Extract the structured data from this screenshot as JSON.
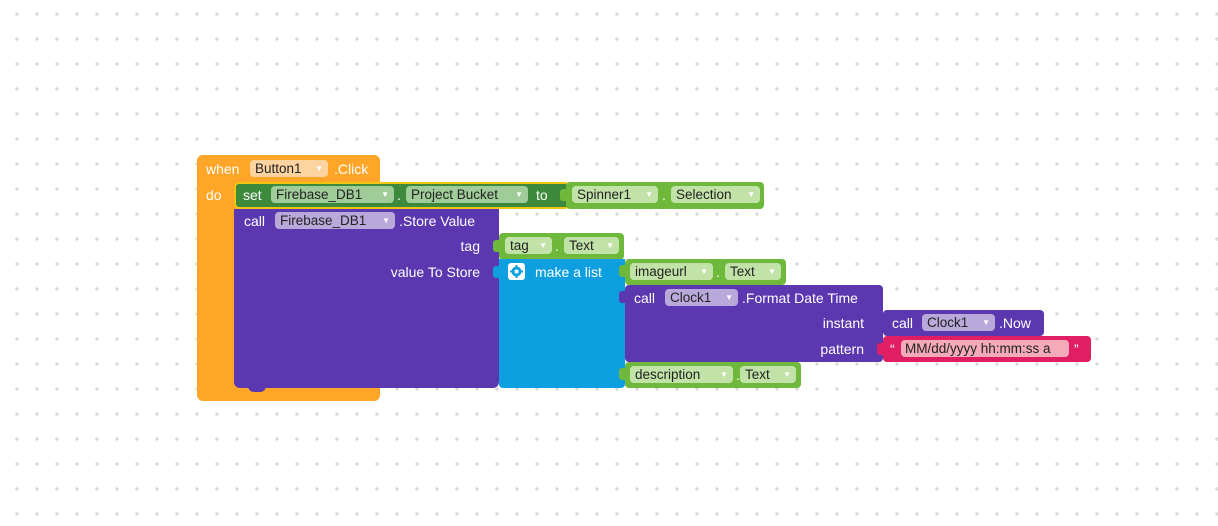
{
  "colors": {
    "event": "#ffa629",
    "setter": "#3d8a3c",
    "component": "#5b37b0",
    "list": "#0d9fe0",
    "green_getter": "#6eb83b",
    "string": "#e01e63",
    "grid": "#cfcfcf"
  },
  "event_block": {
    "when_label": "when",
    "component": "Button1",
    "event": ".Click",
    "do_label": "do"
  },
  "set_block": {
    "set_label": "set",
    "component": "Firebase_DB1",
    "dot": ".",
    "property": "Project Bucket",
    "to_label": "to"
  },
  "spinner_getter": {
    "component": "Spinner1",
    "dot": ".",
    "property": "Selection"
  },
  "store_value_block": {
    "call_label": "call",
    "component": "Firebase_DB1",
    "method": ".Store Value",
    "arg_tag": "tag",
    "arg_value": "value To Store"
  },
  "tag_getter": {
    "component": "tag",
    "dot": ".",
    "property": "Text"
  },
  "make_list_block": {
    "label": "make a list",
    "gear_icon": "gear-icon"
  },
  "imageurl_getter": {
    "component": "imageurl",
    "dot": ".",
    "property": "Text"
  },
  "format_date_block": {
    "call_label": "call",
    "component": "Clock1",
    "method": ".Format Date Time",
    "arg_instant": "instant",
    "arg_pattern": "pattern"
  },
  "now_block": {
    "call_label": "call",
    "component": "Clock1",
    "method": ".Now"
  },
  "pattern_string": {
    "open_quote": "“",
    "value": "MM/dd/yyyy hh:mm:ss a",
    "close_quote": "”"
  },
  "description_getter": {
    "component": "description",
    "dot": ".",
    "property": "Text"
  }
}
